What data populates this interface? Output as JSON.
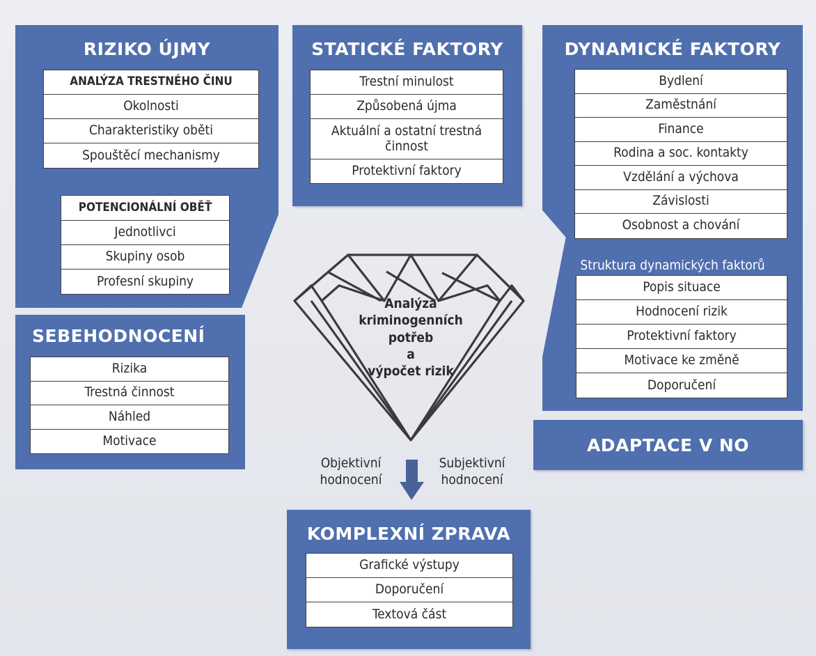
{
  "riziko": {
    "title": "RIZIKO ÚJMY",
    "analyza": {
      "header": "ANALÝZA TRESTNÉHO ČINU",
      "items": [
        "Okolnosti",
        "Charakteristiky oběti",
        "Spouštěcí mechanismy"
      ]
    },
    "obet": {
      "header": "POTENCIONÁLNÍ OBĚŤ",
      "items": [
        "Jednotlivci",
        "Skupiny osob",
        "Profesní skupiny"
      ]
    }
  },
  "staticke": {
    "title": "STATICKÉ FAKTORY",
    "items": [
      "Trestní minulost",
      "Způsobená újma",
      "Aktuální a ostatní trestná činnost",
      "Protektivní faktory"
    ]
  },
  "dynamicke": {
    "title": "DYNAMICKÉ FAKTORY",
    "items": [
      "Bydlení",
      "Zaměstnání",
      "Finance",
      "Rodina a soc. kontakty",
      "Vzdělání a výchova",
      "Závislosti",
      "Osobnost a chování"
    ],
    "struktura_title": "Struktura dynamických faktorů",
    "struktura": [
      "Popis situace",
      "Hodnocení rizik",
      "Protektivní faktory",
      "Motivace ke změně",
      "Doporučení"
    ]
  },
  "sebehodnoceni": {
    "title": "SEBEHODNOCENÍ",
    "items": [
      "Rizika",
      "Trestná činnost",
      "Náhled",
      "Motivace"
    ]
  },
  "adaptace": {
    "title": "ADAPTACE V NO"
  },
  "diamond": {
    "lines": [
      "Analýza",
      "kriminogenních",
      "potřeb",
      "a",
      "výpočet rizik"
    ]
  },
  "objektivni": {
    "lines": [
      "Objektivní",
      "hodnocení"
    ]
  },
  "subjektivni": {
    "lines": [
      "Subjektivní",
      "hodnocení"
    ]
  },
  "zprava": {
    "title": "KOMPLEXNÍ ZPRAVA",
    "items": [
      "Grafické výstupy",
      "Doporučení",
      "Textová část"
    ]
  },
  "colors": {
    "panel": "#4f6fae",
    "background": "#e9ebf1",
    "line": "#3e3e3e"
  }
}
